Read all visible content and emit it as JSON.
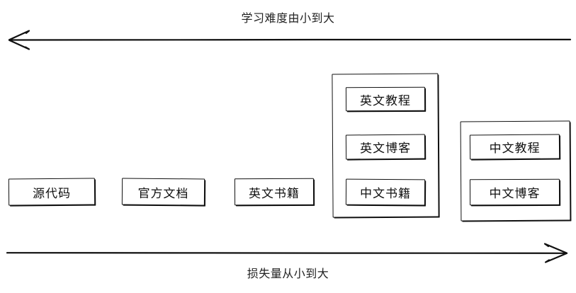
{
  "diagram": {
    "title_top": "学习难度由小到大",
    "title_bottom": "损失量从小到大",
    "top_axis": {
      "direction": "left",
      "arrow_icon": "arrow-left-icon"
    },
    "bottom_axis": {
      "direction": "right",
      "arrow_icon": "arrow-right-icon"
    },
    "standalone_nodes": [
      {
        "label": "源代码"
      },
      {
        "label": "官方文档"
      },
      {
        "label": "英文书籍"
      }
    ],
    "groups": [
      {
        "name": "group-english-cluster",
        "items": [
          {
            "label": "英文教程"
          },
          {
            "label": "英文博客"
          },
          {
            "label": "中文书籍"
          }
        ]
      },
      {
        "name": "group-chinese-cluster",
        "items": [
          {
            "label": "中文教程"
          },
          {
            "label": "中文博客"
          }
        ]
      }
    ]
  },
  "colors": {
    "stroke": "#111111",
    "text": "#222222",
    "background": "#ffffff"
  }
}
